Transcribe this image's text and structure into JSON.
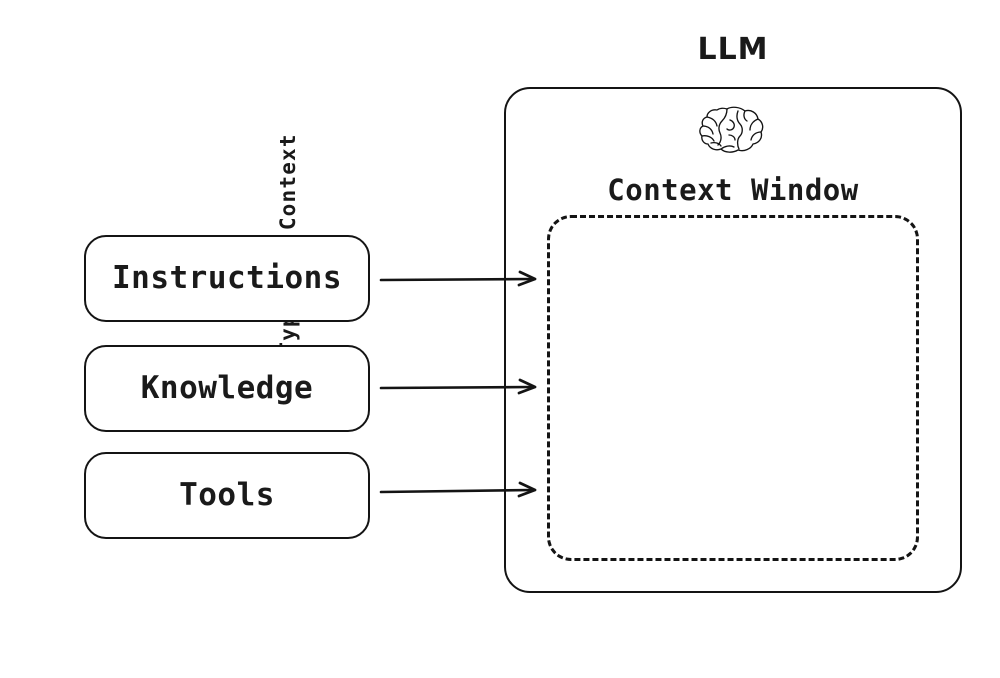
{
  "diagram": {
    "title_vertical_axis": "Types of Context",
    "context_types": [
      {
        "label": "Instructions",
        "icon": "rounded-box"
      },
      {
        "label": "Knowledge",
        "icon": "rounded-box"
      },
      {
        "label": "Tools",
        "icon": "rounded-box"
      }
    ],
    "llm": {
      "title": "LLM",
      "brain_icon": "brain-icon",
      "context_window": {
        "title": "Context Window",
        "contents": ""
      }
    },
    "arrows": [
      {
        "from": "Instructions",
        "to": "Context Window",
        "icon": "arrow-right-icon"
      },
      {
        "from": "Knowledge",
        "to": "Context Window",
        "icon": "arrow-right-icon"
      },
      {
        "from": "Tools",
        "to": "Context Window",
        "icon": "arrow-right-icon"
      }
    ],
    "colors": {
      "stroke": "#141414",
      "background": "#ffffff",
      "text": "#1a1a1a"
    }
  }
}
